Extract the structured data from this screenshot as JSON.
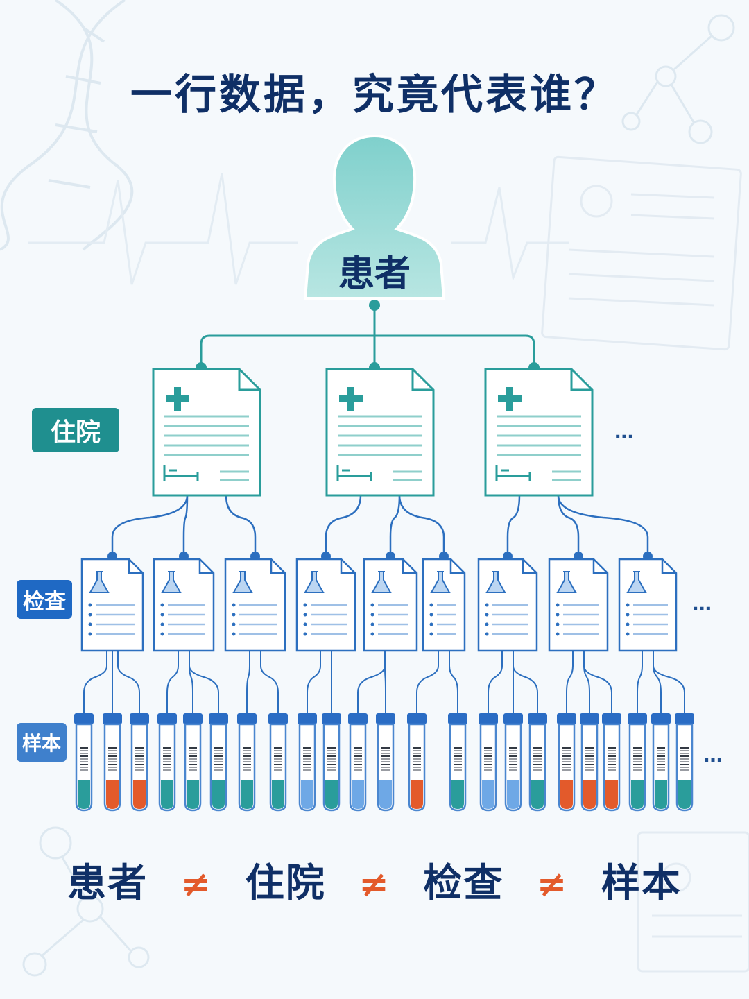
{
  "title": "一行数据，究竟代表谁？",
  "patient": {
    "label": "患者"
  },
  "levels": {
    "hospitalization": "住院",
    "examination": "检查",
    "sample": "样本"
  },
  "ellipsis": "…",
  "bottom": {
    "items": [
      "患者",
      "住院",
      "检查",
      "样本"
    ],
    "separator": "≠"
  },
  "colors": {
    "title": "#0f2f66",
    "teal": "#2a9d9b",
    "blue": "#2c6fbf",
    "orange": "#e35a2b",
    "light_blue": "#6ea8e6"
  },
  "hospitalizations": [
    {
      "icon": "medical-cross-icon",
      "footer_icon": "bed-icon"
    },
    {
      "icon": "medical-cross-icon",
      "footer_icon": "bed-icon"
    },
    {
      "icon": "medical-cross-icon",
      "footer_icon": "bed-icon"
    }
  ],
  "exams_per_hospitalization": [
    3,
    3,
    3
  ],
  "samples": [
    "teal",
    "orange",
    "orange",
    "teal",
    "teal",
    "teal",
    "teal",
    "teal",
    "light_blue",
    "teal",
    "light_blue",
    "light_blue",
    "orange",
    "teal",
    "light_blue",
    "light_blue",
    "teal",
    "orange",
    "orange",
    "orange",
    "teal",
    "teal",
    "teal"
  ]
}
